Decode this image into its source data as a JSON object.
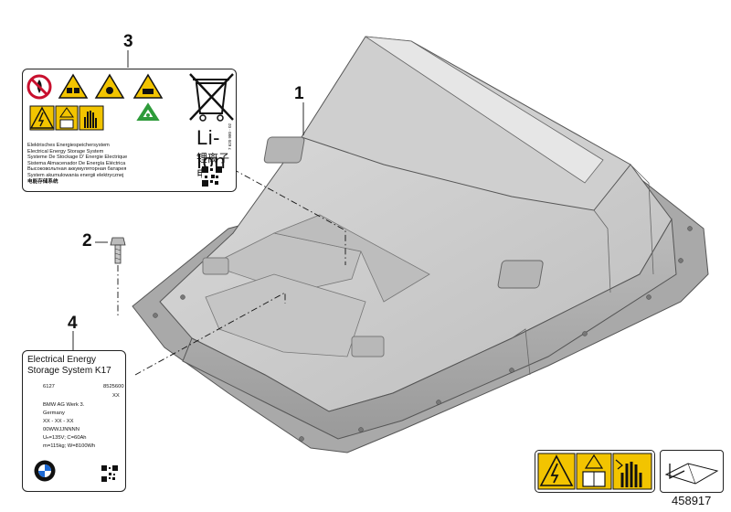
{
  "callouts": {
    "c1": "1",
    "c2": "2",
    "c3": "3",
    "c4": "4"
  },
  "label3": {
    "lines": [
      "Elektrisches Energiespeichersystem",
      "Electrical Energy Storage System",
      "Systeme De Stockage D' Energie Electrique",
      "Sistema Almacenador De Energía Eléctrica",
      "Высоковольтная аккумуляторная батарея",
      "System akumulowania energii elektrycznej",
      "电能存储系统"
    ],
    "li_ion": "Li-Ion",
    "li_ion_cn": "锂离子电池",
    "side_code": "7 620 980 - 02"
  },
  "label4": {
    "title_line1": "Electrical Energy",
    "title_line2": "Storage System K17",
    "code_left": "6127",
    "code_right": "8525600",
    "xx": "XX",
    "maker1": "BMW AG Werk 3.",
    "maker2": "Germany",
    "date": "XX - XX - XX",
    "serial": "00WWJJNNNN",
    "voltage": "Uₙ=135V; C=60Ah",
    "mass": "m=115kg; W=8100Wh"
  },
  "ref_number": "458917",
  "colors": {
    "warning_yellow": "#f2c400",
    "recycle_green": "#2e9b3a",
    "prohibit_red": "#c8102e",
    "housing_gray": "#c8c8c8"
  }
}
